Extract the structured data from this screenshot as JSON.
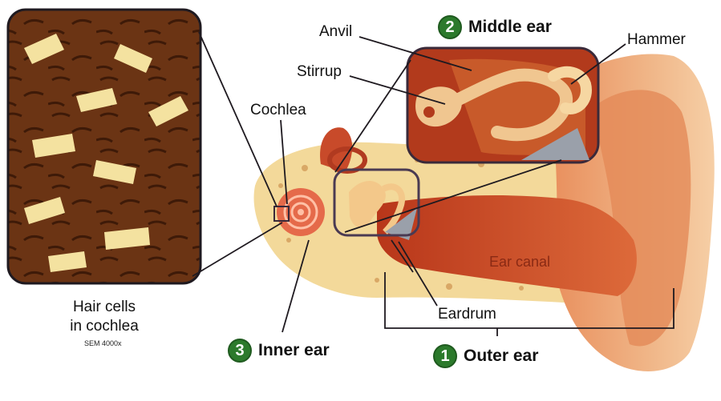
{
  "labels": {
    "anvil": "Anvil",
    "stirrup": "Stirrup",
    "cochlea": "Cochlea",
    "hammer": "Hammer",
    "ear_canal": "Ear canal",
    "eardrum": "Eardrum"
  },
  "sections": {
    "middle": {
      "number": "2",
      "title": "Middle ear"
    },
    "inner": {
      "number": "3",
      "title": "Inner ear"
    },
    "outer": {
      "number": "1",
      "title": "Outer ear"
    }
  },
  "micrograph": {
    "caption_line1": "Hair cells",
    "caption_line2": "in cochlea",
    "magnification": "SEM 4000x"
  },
  "colors": {
    "section_badge": "#2c7a2c",
    "skin": "#e8a070",
    "canal": "#d2562e",
    "bone": "#f3d99a"
  }
}
